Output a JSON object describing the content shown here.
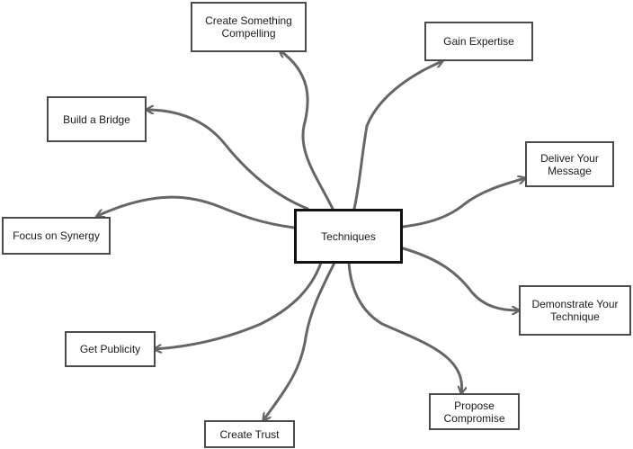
{
  "diagram": {
    "center": "Techniques",
    "nodes": {
      "create_something_compelling": "Create Something\nCompelling",
      "gain_expertise": "Gain Expertise",
      "build_a_bridge": "Build a Bridge",
      "deliver_your_message": "Deliver Your\nMessage",
      "focus_on_synergy": "Focus on Synergy",
      "demonstrate_your_technique": "Demonstrate Your\nTechnique",
      "get_publicity": "Get Publicity",
      "propose_compromise": "Propose\nCompromise",
      "create_trust": "Create Trust"
    }
  },
  "colors": {
    "connector": "#666666",
    "border": "#4a4a4a",
    "center_border": "#111111"
  }
}
